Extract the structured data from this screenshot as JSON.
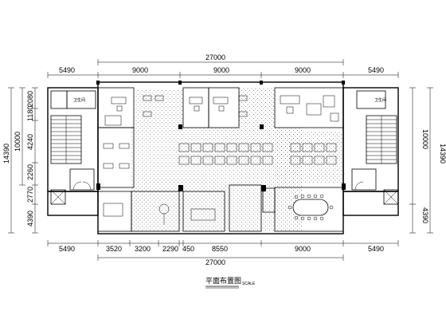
{
  "dims": {
    "top_overall": "27000",
    "top_segments": [
      "5490",
      "9000",
      "9000",
      "9000",
      "5490"
    ],
    "bottom_segments": [
      "5490",
      "3520",
      "3200",
      "2290",
      "450",
      "8550",
      "9000",
      "5490"
    ],
    "bottom_overall": "27000",
    "left_segments": [
      "2080",
      "1180",
      "4240",
      "2260",
      "2770",
      "4390"
    ],
    "left_overall": "14390",
    "left_inner": "10000",
    "right_overall": "14390",
    "right_inner": "10000",
    "right_bottom": "4390"
  },
  "title": "平面布置图",
  "scale": "SCALE"
}
